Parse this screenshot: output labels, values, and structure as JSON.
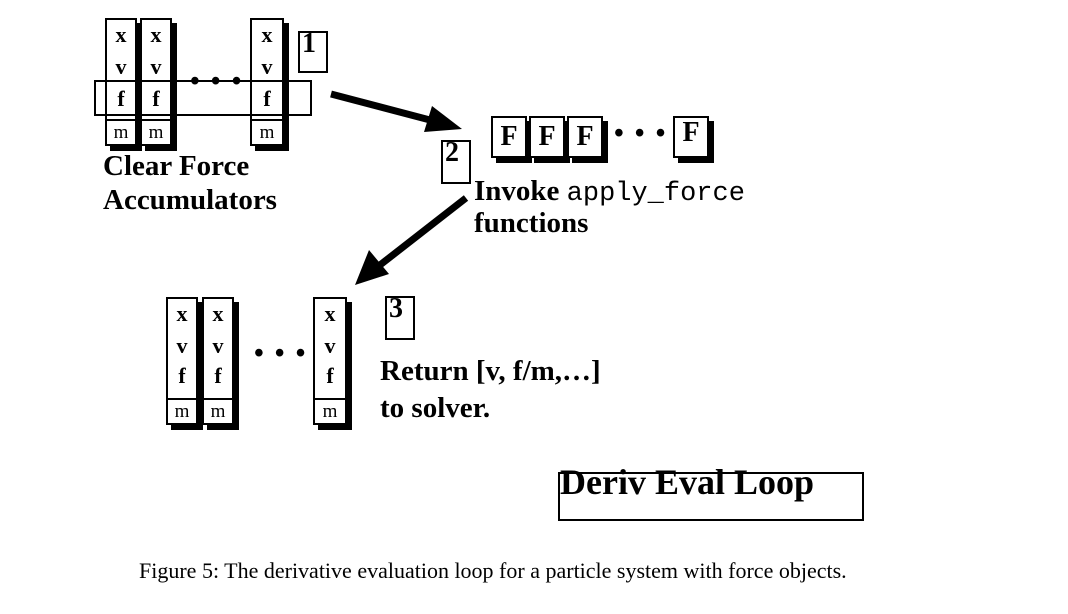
{
  "particle_fields": {
    "x": "x",
    "v": "v",
    "f": "f",
    "m": "m"
  },
  "ellipsis": "• • •",
  "steps": [
    {
      "number": "1",
      "label_line1": "Clear Force",
      "label_line2": "Accumulators"
    },
    {
      "number": "2",
      "label_prefix": "Invoke ",
      "label_code": "apply_force",
      "label_line2": "functions",
      "force_label": "F"
    },
    {
      "number": "3",
      "label_line1": "Return [v, f/m,…]",
      "label_line2": "to solver."
    }
  ],
  "loop_title": "Deriv Eval Loop",
  "caption": "Figure 5: The derivative evaluation loop for a particle system with force objects."
}
